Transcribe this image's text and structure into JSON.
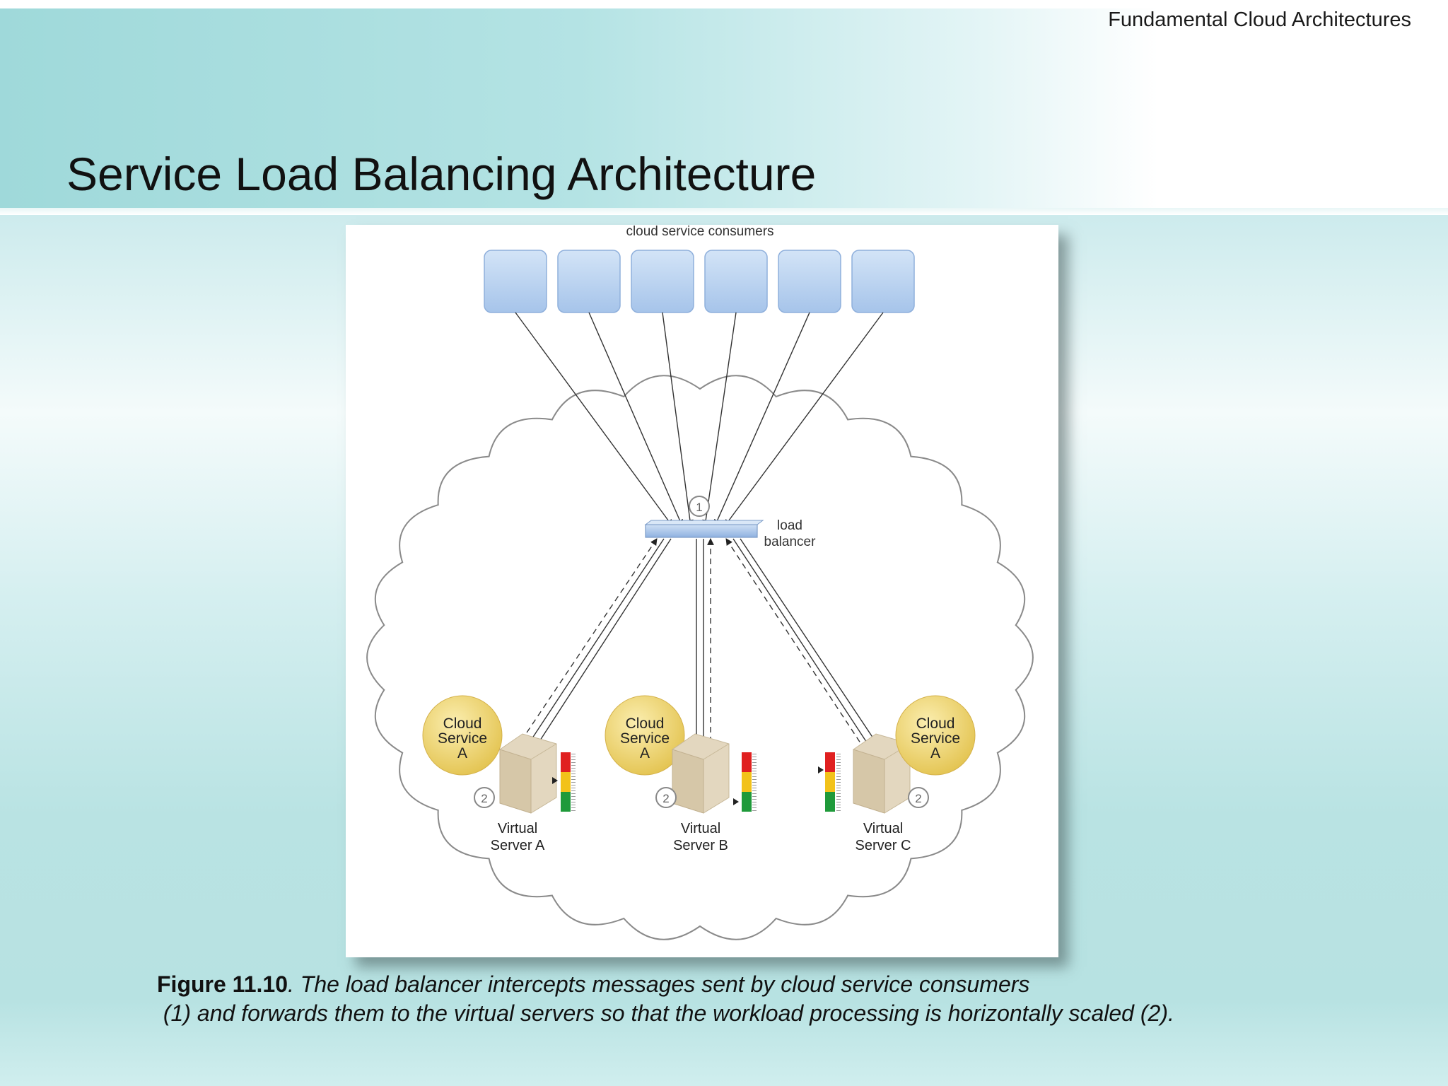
{
  "header": {
    "deck_title": "Fundamental Cloud Architectures",
    "slide_title": "Service Load Balancing Architecture"
  },
  "diagram": {
    "consumers_label": "cloud service consumers",
    "consumer_count": 6,
    "load_balancer_label_line1": "load",
    "load_balancer_label_line2": "balancer",
    "step_marker_1": "1",
    "step_marker_2": "2",
    "servers": [
      {
        "service_line1": "Cloud",
        "service_line2": "Service",
        "service_line3": "A",
        "server_line1": "Virtual",
        "server_line2": "Server A"
      },
      {
        "service_line1": "Cloud",
        "service_line2": "Service",
        "service_line3": "A",
        "server_line1": "Virtual",
        "server_line2": "Server B"
      },
      {
        "service_line1": "Cloud",
        "service_line2": "Service",
        "service_line3": "A",
        "server_line1": "Virtual",
        "server_line2": "Server C"
      }
    ],
    "colors": {
      "consumer_fill": "#b8d3f0",
      "balancer_fill": "#a9c6ec",
      "service_fill": "#f0d97a",
      "server_fill": "#ddd0b6",
      "meter_red": "#e02020",
      "meter_yellow": "#f2c21a",
      "meter_green": "#1f9a3a"
    }
  },
  "caption": {
    "figure_label": "Figure 11.10",
    "text_line1": ". The load balancer intercepts messages sent by cloud service consumers",
    "text_line2": " (1) and forwards them to the virtual servers so that the workload processing is horizontally scaled (2)."
  }
}
